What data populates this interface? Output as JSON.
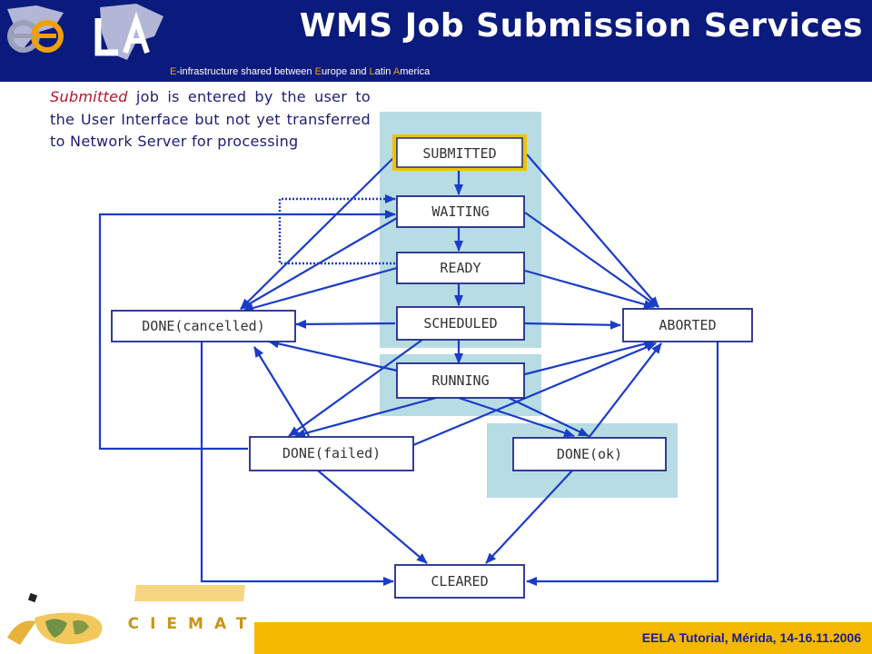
{
  "header": {
    "title": "WMS Job Submission Services",
    "subtitle_parts": [
      "E",
      "-infrastructure shared between ",
      "E",
      "urope and ",
      "L",
      "atin ",
      "A",
      "merica"
    ],
    "logo_text": "ee LA"
  },
  "description": {
    "emphasis": "Submitted",
    "text": " job is entered by the user to the User Interface but not yet transferred to Network Server for processing"
  },
  "diagram": {
    "states": {
      "submitted": "SUBMITTED",
      "waiting": "WAITING",
      "ready": "READY",
      "scheduled": "SCHEDULED",
      "running": "RUNNING",
      "done_cancelled": "DONE(cancelled)",
      "aborted": "ABORTED",
      "done_failed": "DONE(failed)",
      "done_ok": "DONE(ok)",
      "cleared": "CLEARED"
    },
    "highlighted_state": "submitted",
    "colors": {
      "arrow": "#1a3cc8",
      "panel": "#b8dce4",
      "highlight": "#f2c200",
      "box_border": "#1f2a8a"
    }
  },
  "footer": {
    "text": "EELA Tutorial, Mérida, 14-16.11.2006",
    "logo_text": "CIEMAT",
    "bar_color": "#f5b800"
  }
}
